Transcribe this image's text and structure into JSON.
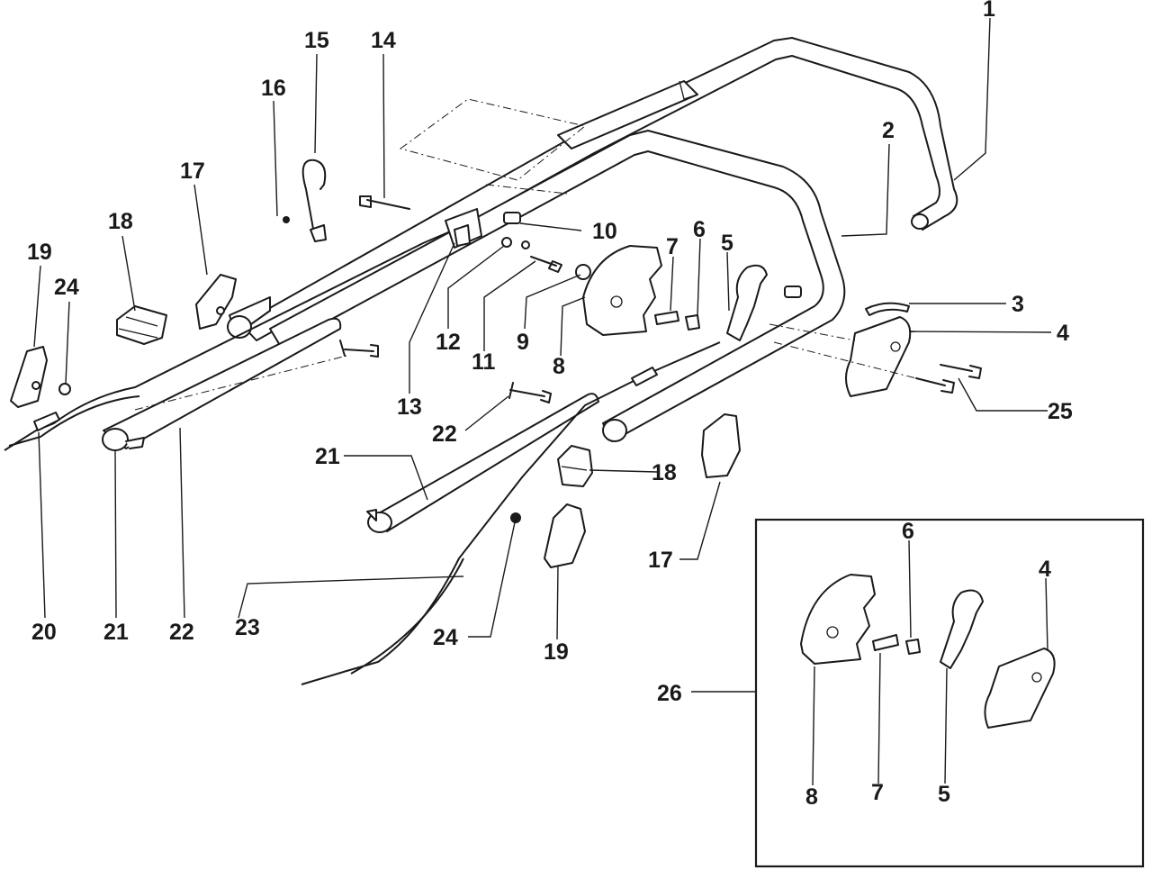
{
  "labels": {
    "n1": "1",
    "n2": "2",
    "n3": "3",
    "n4": "4",
    "n5": "5",
    "n6": "6",
    "n7": "7",
    "n8": "8",
    "n9": "9",
    "n10": "10",
    "n11": "11",
    "n12": "12",
    "n13": "13",
    "n14": "14",
    "n15": "15",
    "n16": "16",
    "n17": "17",
    "n18": "18",
    "n19": "19",
    "n20": "20",
    "n21": "21",
    "n22": "22",
    "n23": "23",
    "n24": "24",
    "n25": "25",
    "n26": "26"
  },
  "inset": {
    "n4": "4",
    "n5": "5",
    "n6": "6",
    "n7": "7",
    "n8": "8"
  }
}
